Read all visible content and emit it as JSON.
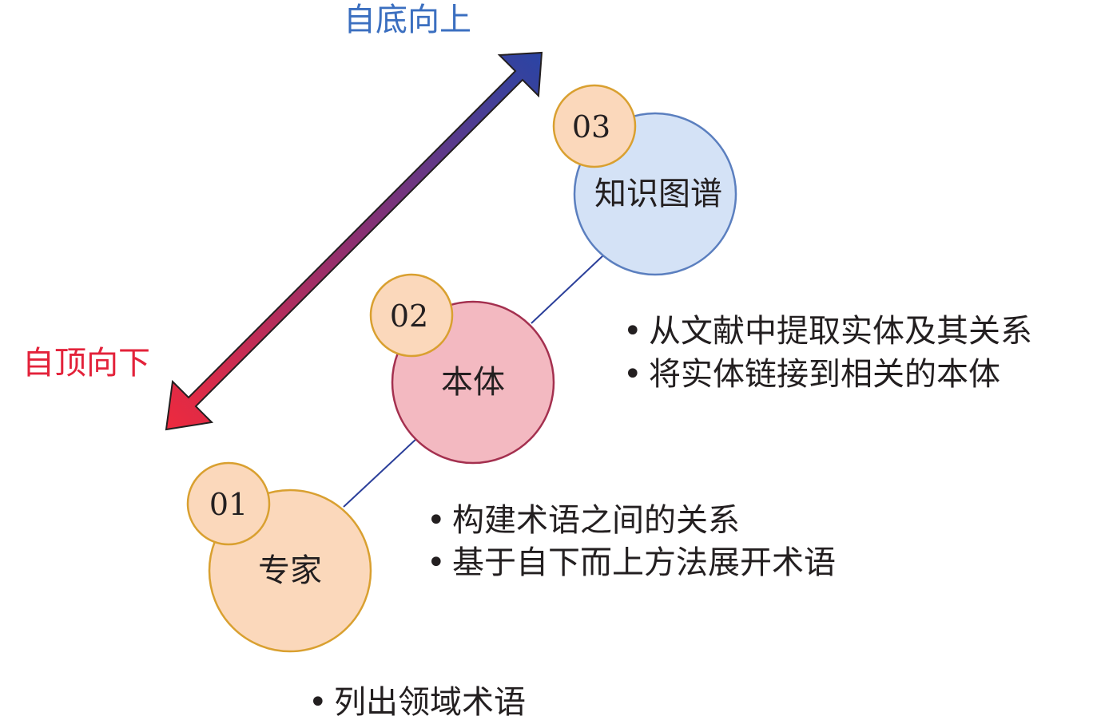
{
  "arrow": {
    "top_label": "自底向上",
    "bottom_label": "自顶向下",
    "top_color": "#3b6fc0",
    "bottom_color": "#e3223a"
  },
  "stages": [
    {
      "number": "01",
      "name": "专家",
      "bullets": [
        "列出领域术语"
      ]
    },
    {
      "number": "02",
      "name": "本体",
      "bullets": [
        "构建术语之间的关系",
        "基于自下而上方法展开术语"
      ]
    },
    {
      "number": "03",
      "name": "知识图谱",
      "bullets": [
        "从文献中提取实体及其关系",
        "将实体链接到相关的本体"
      ]
    }
  ],
  "bullet_symbol": "•"
}
